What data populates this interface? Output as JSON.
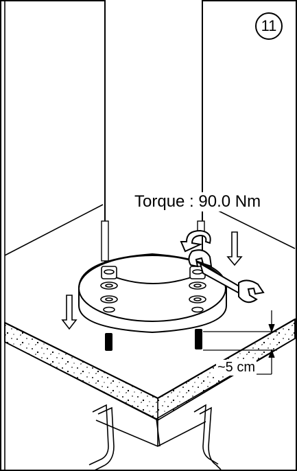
{
  "step": {
    "number": "11"
  },
  "annotations": {
    "torque": "Torque : 90.0 Nm",
    "distance": "~5 cm"
  },
  "colors": {
    "line": "#000000",
    "background": "#ffffff",
    "concrete_fill": "#ffffff"
  },
  "icons": {
    "rotation": "rotation-arrow-icon",
    "down_arrow": "down-arrow-icon",
    "tool": "open-end-wrench-icon"
  }
}
